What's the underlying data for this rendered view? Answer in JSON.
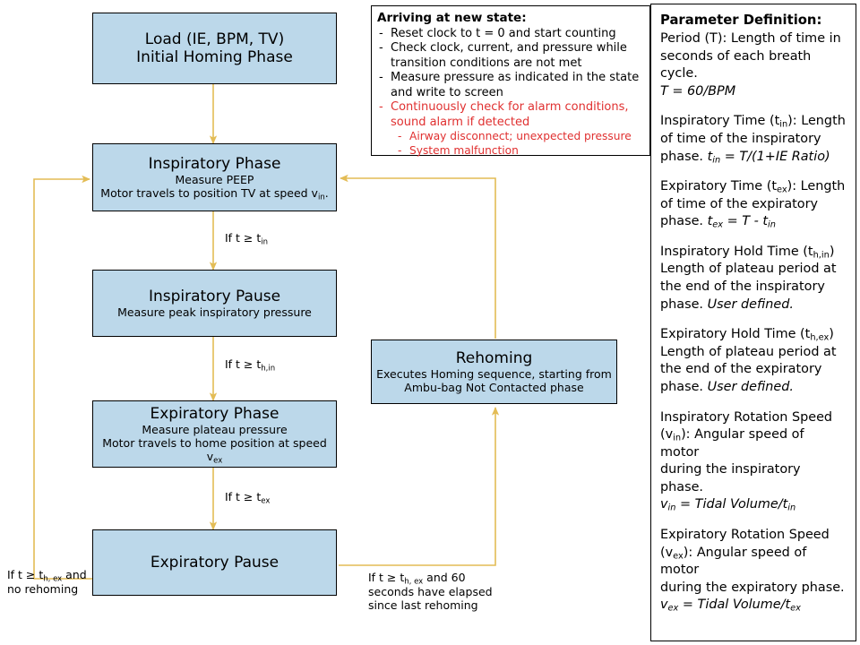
{
  "colors": {
    "box_fill": "#bcd8ea",
    "box_border": "#000000",
    "arrow": "#e3bc55",
    "alarm_text": "#e03030",
    "background": "#ffffff"
  },
  "flow": {
    "nodes": [
      {
        "id": "load",
        "title": "Load (IE, BPM, TV)",
        "subtitle_lines": [
          "Initial Homing Phase"
        ],
        "title_lines": [
          "Load (IE, BPM, TV)",
          "Initial Homing Phase"
        ]
      },
      {
        "id": "inspiratory-phase",
        "title": "Inspiratory Phase",
        "subtitle_lines": [
          "Measure PEEP",
          "Motor travels to position TV at speed v",
          "in",
          "."
        ]
      },
      {
        "id": "inspiratory-pause",
        "title": "Inspiratory Pause",
        "subtitle_lines": [
          "Measure peak inspiratory pressure"
        ]
      },
      {
        "id": "expiratory-phase",
        "title": "Expiratory Phase",
        "subtitle_lines": [
          "Measure plateau pressure",
          "Motor travels to home position at speed v",
          "ex"
        ]
      },
      {
        "id": "expiratory-pause",
        "title": "Expiratory Pause",
        "subtitle_lines": []
      },
      {
        "id": "rehoming",
        "title": "Rehoming",
        "subtitle_lines": [
          "Executes Homing sequence, starting from",
          "Ambu-bag Not Contacted phase"
        ]
      }
    ],
    "labels": {
      "t_in": "If t ≥ t",
      "t_in_sub": "in",
      "t_hin": "If t ≥ t",
      "t_hin_sub": "h,in",
      "t_ex": "If t ≥ t",
      "t_ex_sub": "ex",
      "left_loop_1": "If t ≥ t",
      "left_loop_1_sub": "h, ex",
      "left_loop_2": " and",
      "left_loop_3": "no rehoming",
      "right_loop_1": "If t ≥ t",
      "right_loop_1_sub": "h, ex",
      "right_loop_2": " and 60",
      "right_loop_3": "seconds have elapsed",
      "right_loop_4": "since last rehoming"
    }
  },
  "arriving_note": {
    "heading": "Arriving at new state:",
    "items": [
      {
        "text": "Reset clock to t = 0 and start counting",
        "alarm": false,
        "sub": false
      },
      {
        "text": "Check clock, current, and pressure while transition conditions are not met",
        "alarm": false,
        "sub": false
      },
      {
        "text": "Measure pressure as indicated in the state and write to screen",
        "alarm": false,
        "sub": false
      },
      {
        "text": "Continuously check for alarm conditions, sound alarm if detected",
        "alarm": true,
        "sub": false
      },
      {
        "text": "Airway disconnect; unexpected pressure",
        "alarm": true,
        "sub": true
      },
      {
        "text": "System malfunction",
        "alarm": true,
        "sub": true
      }
    ]
  },
  "parameter_panel": {
    "title": "Parameter Definition:",
    "definitions": [
      {
        "name": "Period (T)",
        "line1_a": "Period (T): Length of time in",
        "line2": "seconds of each breath cycle.",
        "formula": "T = 60/BPM"
      },
      {
        "name": "Inspiratory Time",
        "label_pre": "Inspiratory Time (t",
        "label_sub": "in",
        "label_post": "): Length",
        "line2": "of time of the inspiratory",
        "line3_pre": "phase. ",
        "formula_pre": "t",
        "formula_sub": "in",
        "formula_post": " = T/(1+IE Ratio)"
      },
      {
        "name": "Expiratory Time",
        "label_pre": "Expiratory Time (t",
        "label_sub": "ex",
        "label_post": "): Length",
        "line2": "of time of the expiratory",
        "line3_pre": "phase.  ",
        "formula_pre": "t",
        "formula_sub": "ex",
        "formula_mid": " = T - t",
        "formula_sub2": "in"
      },
      {
        "name": "Inspiratory Hold Time",
        "label_pre": "Inspiratory Hold Time (t",
        "label_sub": "h,in",
        "label_post": ")",
        "line2": "Length of plateau period at",
        "line3": "the end of the inspiratory",
        "line4_pre": "phase. ",
        "line4_it": "User defined."
      },
      {
        "name": "Expiratory Hold Time",
        "label_pre": "Expiratory Hold Time (t",
        "label_sub": "h,ex",
        "label_post": ")",
        "line2": "Length of plateau period at",
        "line3": "the end of the expiratory",
        "line4_pre": "phase. ",
        "line4_it": "User defined."
      },
      {
        "name": "Inspiratory Rotation Speed",
        "line1": "Inspiratory Rotation Speed",
        "label_pre": "(v",
        "label_sub": "in",
        "label_post": "): Angular speed of motor",
        "line3": "during the inspiratory phase.",
        "formula_pre": "v",
        "formula_sub": "in",
        "formula_mid": " = Tidal Volume/t",
        "formula_sub2": "in"
      },
      {
        "name": "Expiratory Rotation Speed",
        "line1": "Expiratory Rotation Speed",
        "label_pre": "(v",
        "label_sub": "ex",
        "label_post": "): Angular speed of motor",
        "line3": "during the expiratory phase.",
        "formula_pre": "v",
        "formula_sub": "ex",
        "formula_mid": " = Tidal Volume/t",
        "formula_sub2": "ex"
      }
    ]
  }
}
